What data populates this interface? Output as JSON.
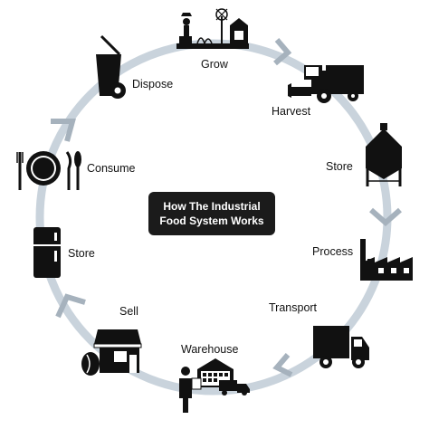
{
  "title": {
    "line1": "How The Industrial",
    "line2": "Food System Works"
  },
  "stages": [
    {
      "label": "Grow",
      "icon": "farm-icon"
    },
    {
      "label": "Harvest",
      "icon": "combine-harvester-icon"
    },
    {
      "label": "Store",
      "icon": "grain-silo-icon"
    },
    {
      "label": "Process",
      "icon": "factory-icon"
    },
    {
      "label": "Transport",
      "icon": "delivery-truck-icon"
    },
    {
      "label": "Warehouse",
      "icon": "warehouse-icon"
    },
    {
      "label": "Sell",
      "icon": "market-stall-icon"
    },
    {
      "label": "Store",
      "icon": "refrigerator-icon"
    },
    {
      "label": "Consume",
      "icon": "plate-cutlery-icon"
    },
    {
      "label": "Dispose",
      "icon": "trash-bin-icon"
    }
  ],
  "colors": {
    "cycle_ring": "#c9d3dc",
    "arrow": "#a6b2bd",
    "icon": "#111111",
    "title_bg": "#1b1b1b",
    "title_text": "#ffffff"
  }
}
